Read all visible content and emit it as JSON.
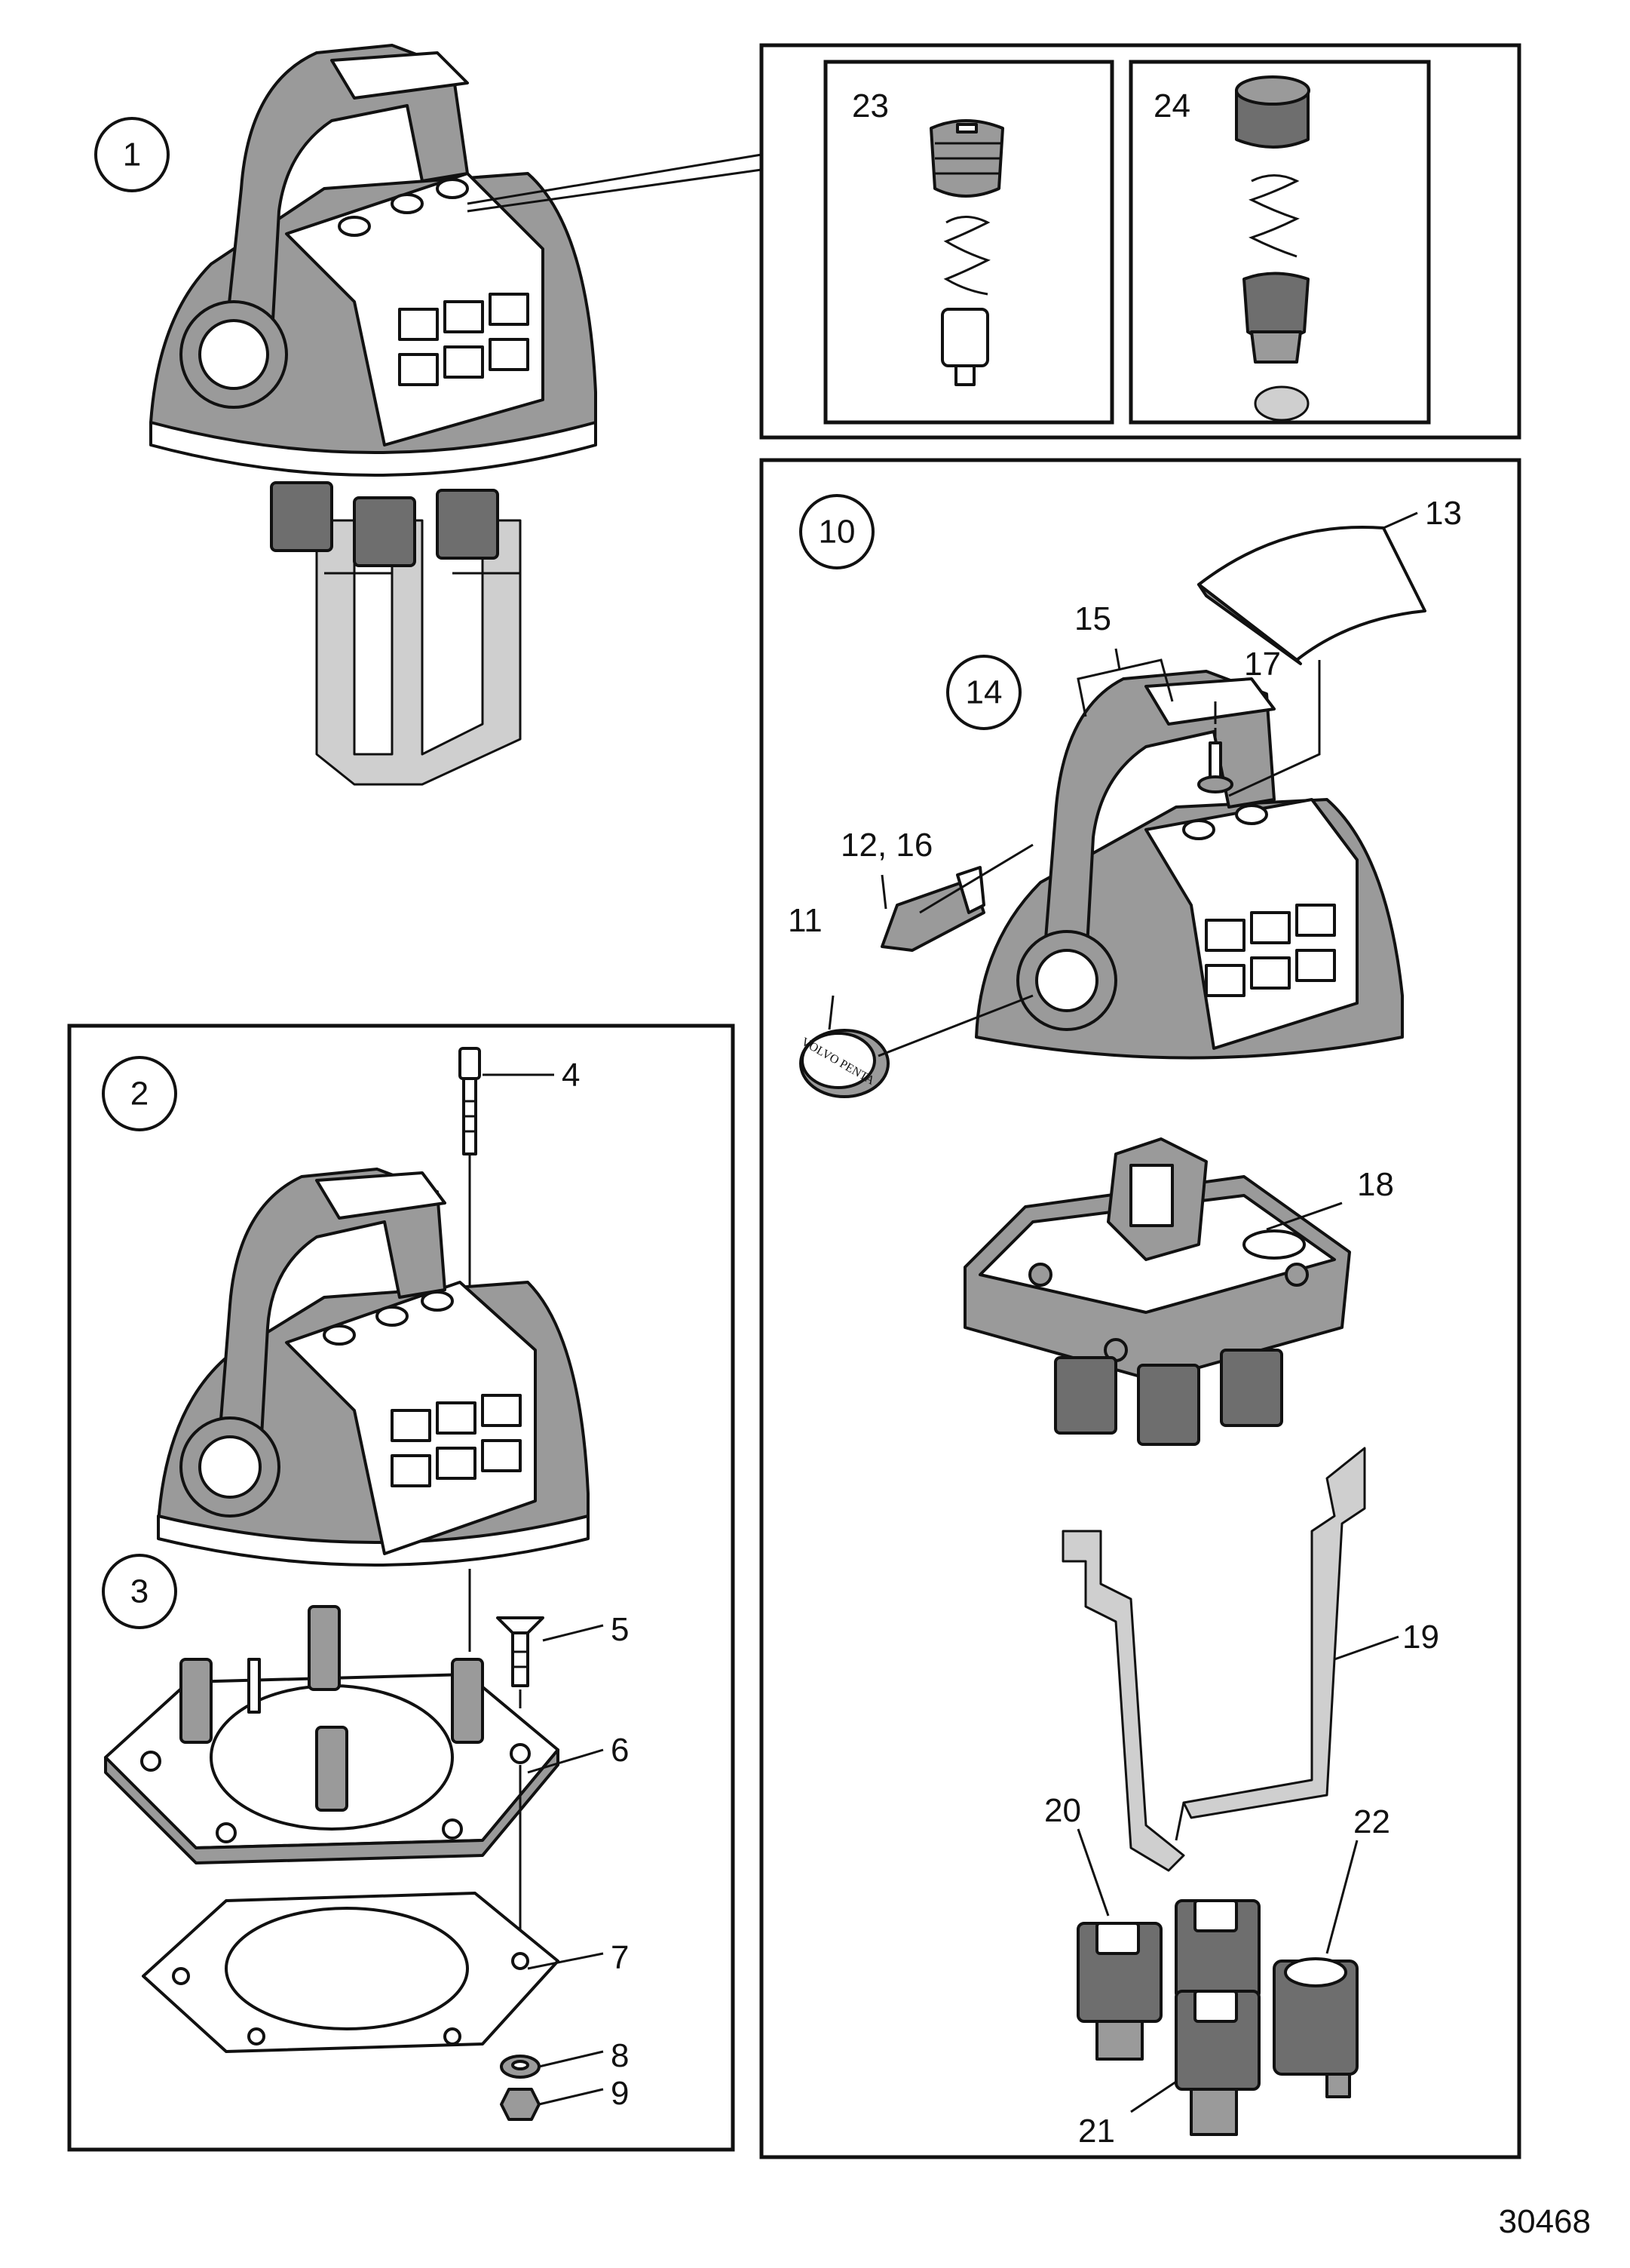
{
  "circled_labels": {
    "c1": "1",
    "c2": "2",
    "c3": "3",
    "c10": "10",
    "c14": "14"
  },
  "part_labels": {
    "p4": "4",
    "p5": "5",
    "p6": "6",
    "p7": "7",
    "p8": "8",
    "p9": "9",
    "p11": "11",
    "p12_16": "12, 16",
    "p13": "13",
    "p15": "15",
    "p17": "17",
    "p18": "18",
    "p19": "19",
    "p20": "20",
    "p21": "21",
    "p22": "22",
    "p23": "23",
    "p24": "24"
  },
  "logo_text": "VOLVO PENTA",
  "figure_number": "30468"
}
